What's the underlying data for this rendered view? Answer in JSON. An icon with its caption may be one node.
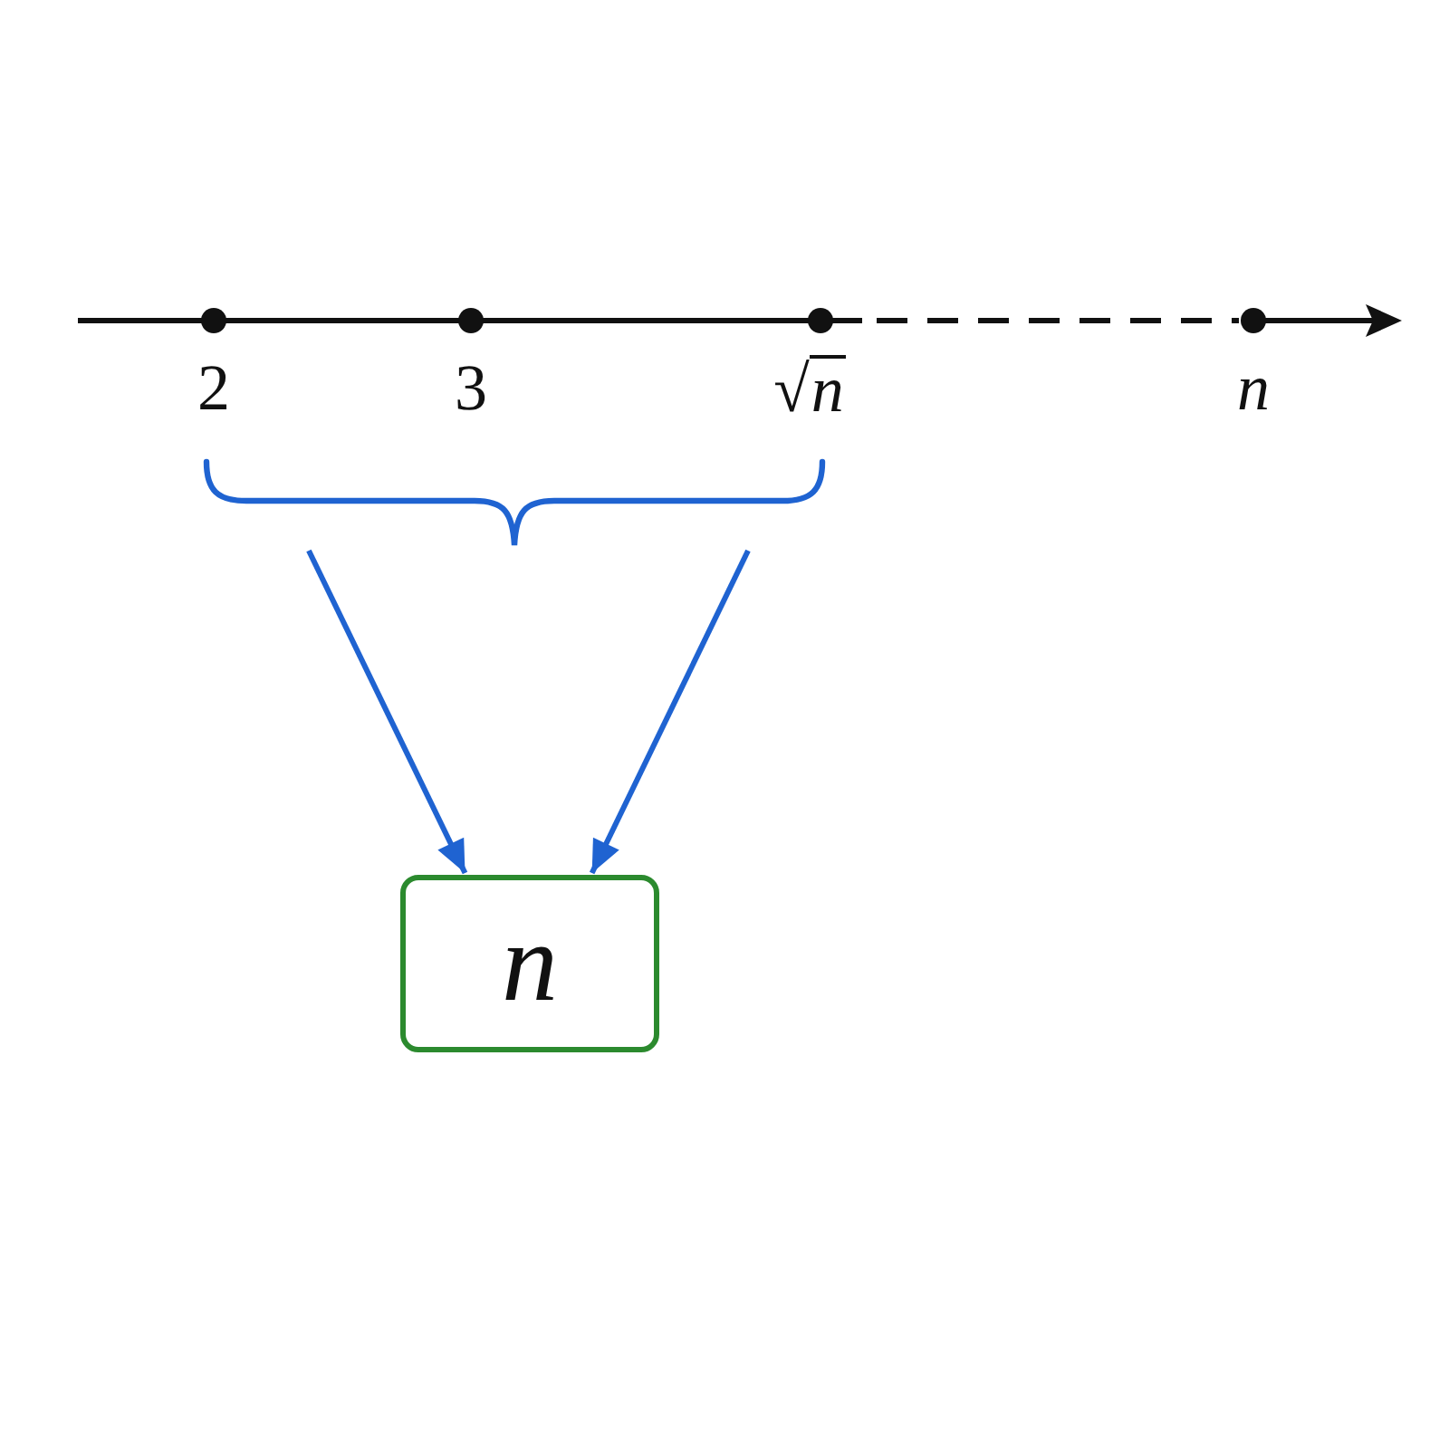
{
  "diagram": {
    "nodes": [
      {
        "text": [],
        "shape": "brace"
      },
      {
        "text": [
          "n"
        ]
      }
    ],
    "edges": [
      {
        "from": 0,
        "to": 1,
        "arrow": "to"
      },
      {
        "from": 0,
        "to": 1,
        "arrow": "to"
      }
    ],
    "labels": [
      "2",
      "3",
      "√*n*",
      "n"
    ]
  }
}
